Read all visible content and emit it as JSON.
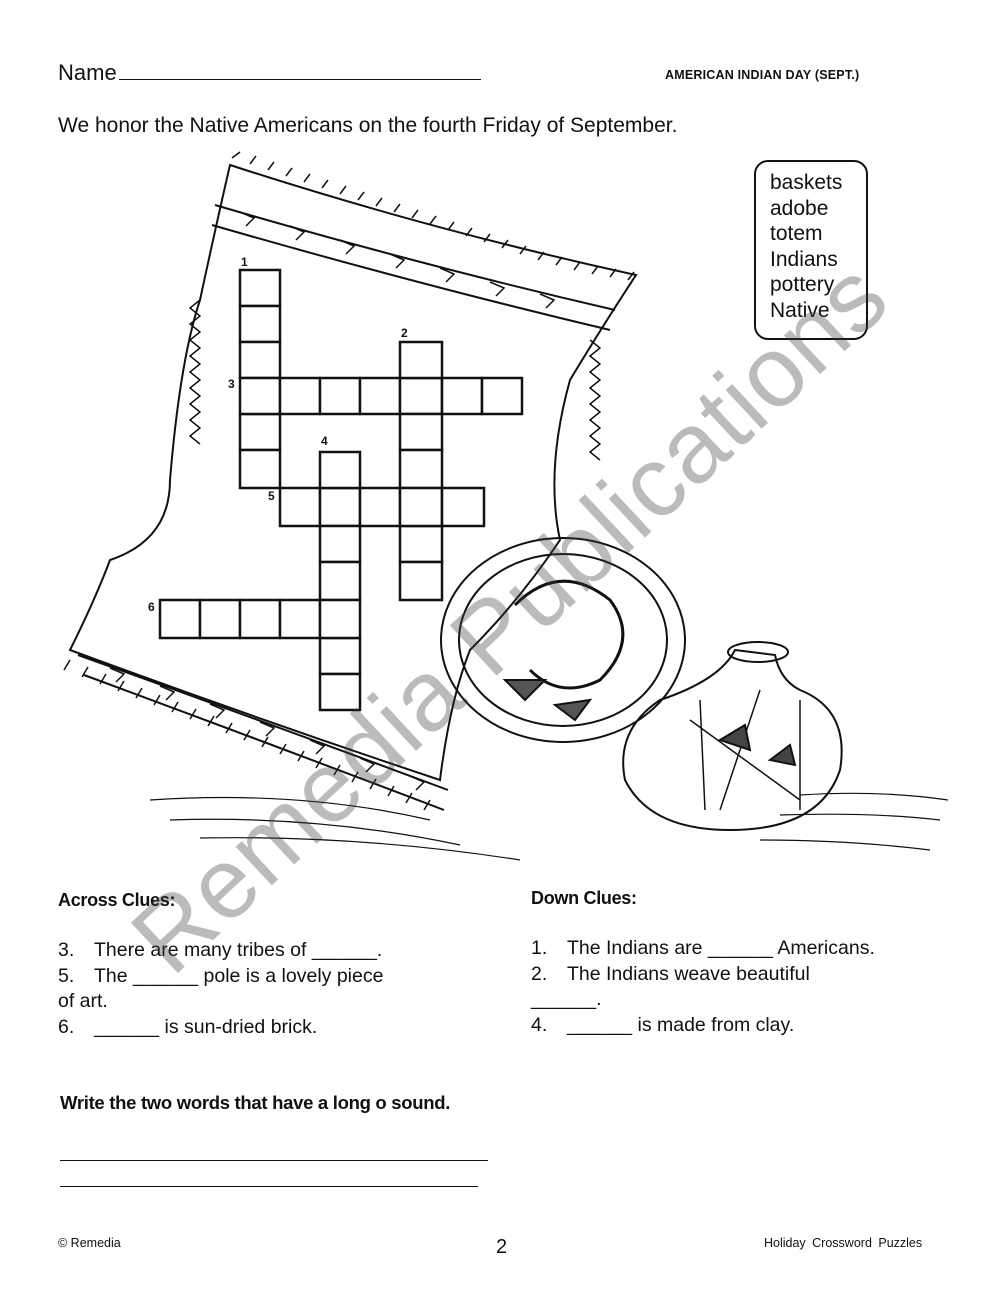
{
  "header": {
    "name_label": "Name",
    "topic": "AMERICAN INDIAN DAY (SEPT.)"
  },
  "intro": "We honor the Native Americans on the fourth Friday of September.",
  "word_bank": [
    "baskets",
    "adobe",
    "totem",
    "Indians",
    "pottery",
    "Native"
  ],
  "crossword": {
    "numbers": [
      "1",
      "2",
      "3",
      "4",
      "5",
      "6"
    ]
  },
  "across": {
    "title": "Across Clues:",
    "clues": [
      {
        "num": "3.",
        "text": "There are many tribes of ______."
      },
      {
        "num": "5.",
        "text": "The ______ pole is a lovely piece",
        "cont": "of art."
      },
      {
        "num": "6.",
        "text": "______ is sun-dried brick."
      }
    ]
  },
  "down": {
    "title": "Down Clues:",
    "clues": [
      {
        "num": "1.",
        "text": "The Indians are ______ Americans."
      },
      {
        "num": "2.",
        "text": "The Indians weave beautiful",
        "cont": "______."
      },
      {
        "num": "4.",
        "text": "______ is made from clay."
      }
    ]
  },
  "long_o": {
    "question": "Write the two words that have a long o sound."
  },
  "footer": {
    "left": "© Remedia",
    "page": "2",
    "right": "Holiday  Crossword  Puzzles"
  },
  "watermark": "Remedia Publications"
}
